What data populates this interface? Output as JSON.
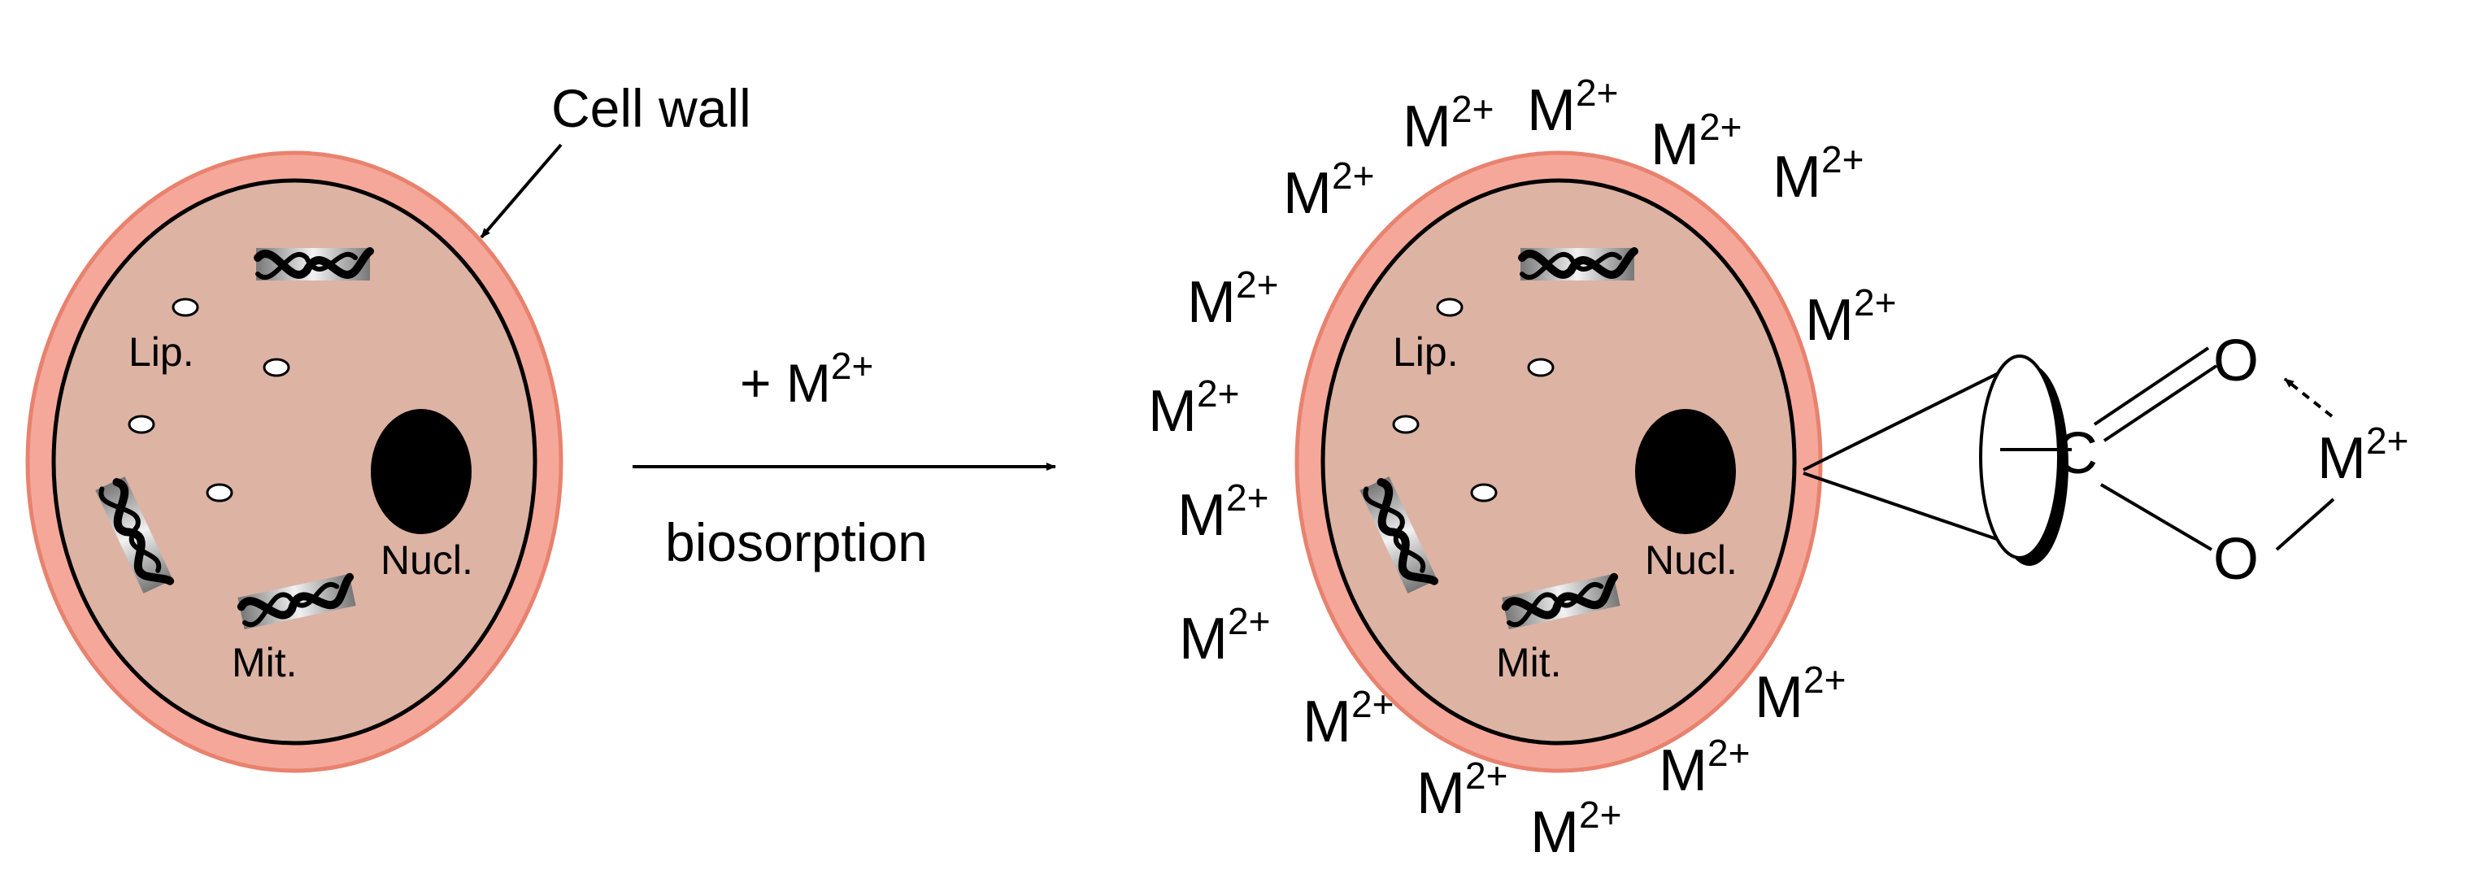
{
  "left_cell": {
    "wall_label": "Cell wall",
    "lipid_label": "Lip.",
    "mito_label": "Mit.",
    "nucleus_label": "Nucl."
  },
  "arrow": {
    "reagent": "+ M",
    "reagent_charge": "2+",
    "process": "biosorption"
  },
  "right_cell": {
    "lipid_label": "Lip.",
    "mito_label": "Mit.",
    "nucleus_label": "Nucl."
  },
  "ion": {
    "symbol": "M",
    "charge": "2+"
  },
  "carboxylate": {
    "carbon": "C",
    "oxygen_top": "O",
    "oxygen_bottom": "O",
    "metal": "M",
    "metal_charge": "2+"
  },
  "colors": {
    "cell_wall": "#f5a89a",
    "wall_border": "#e8826e",
    "cytoplasm": "#ddb3a4",
    "stroke": "#000000"
  }
}
